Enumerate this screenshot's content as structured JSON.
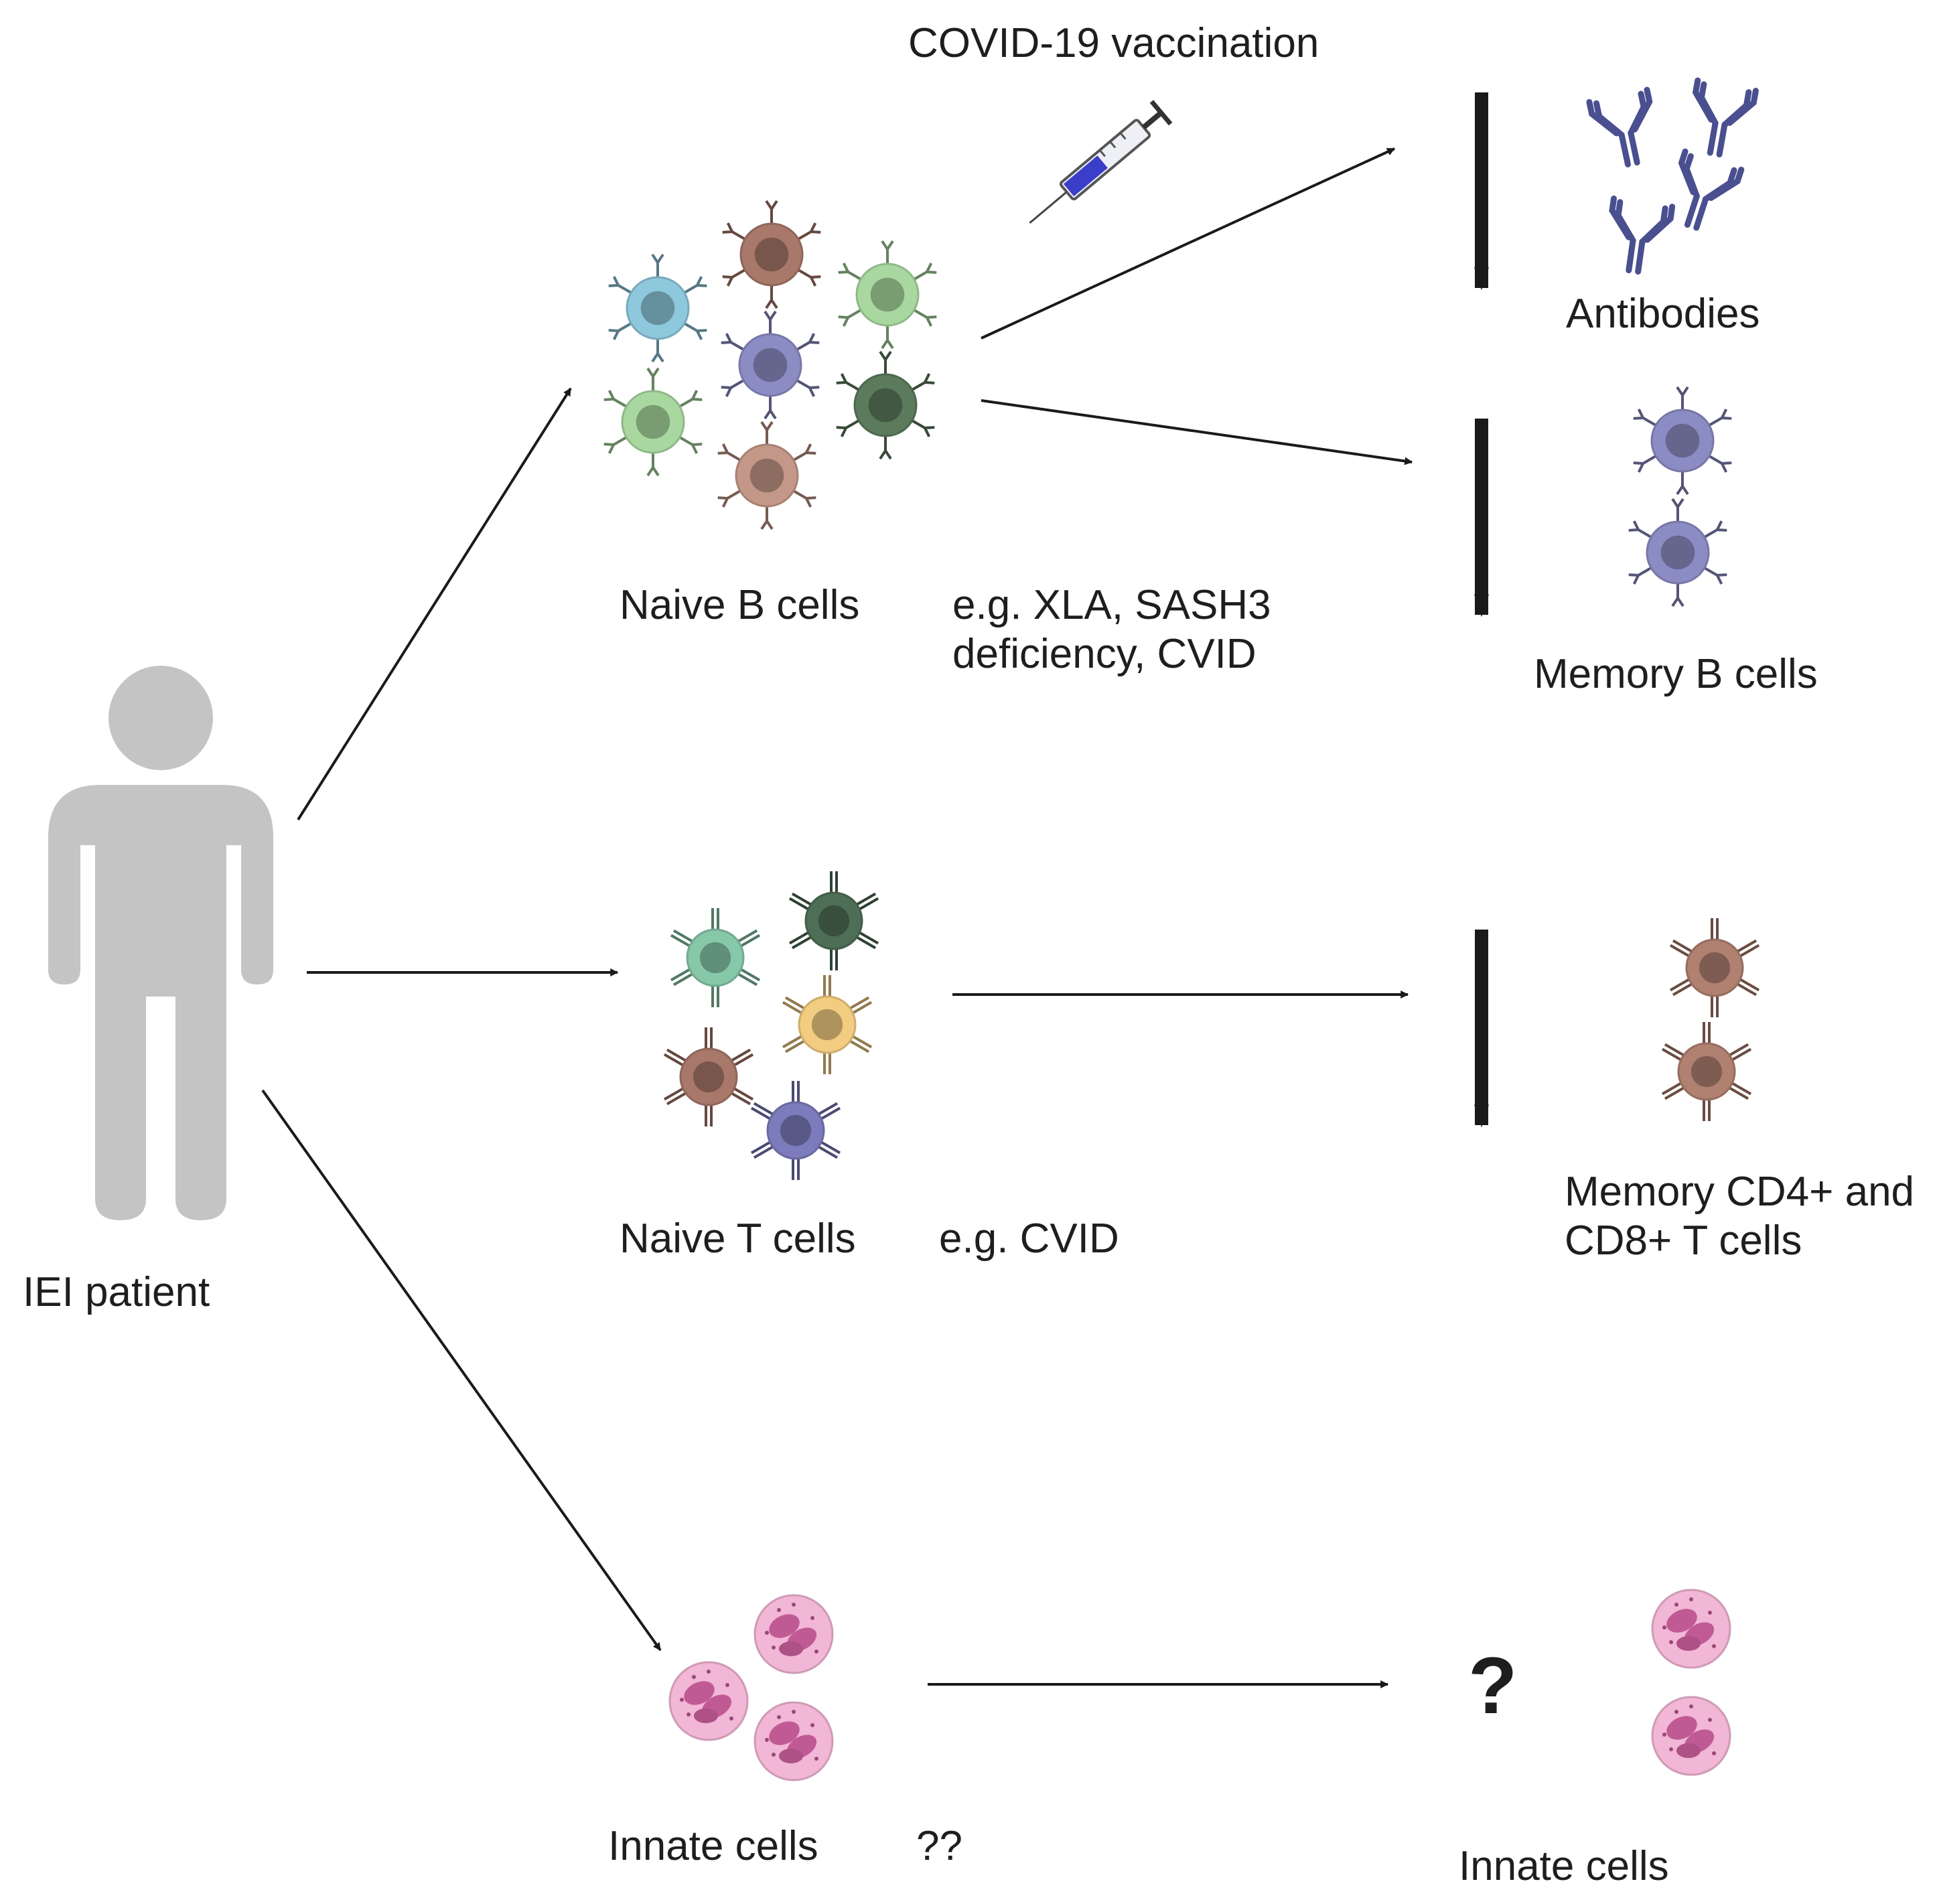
{
  "labels": {
    "vaccination": "COVID-19 vaccination",
    "patient": "IEI patient",
    "naive_b": "Naive B cells",
    "b_examples_1": "e.g. XLA, SASH3",
    "b_examples_2": "deficiency, CVID",
    "antibodies": "Antibodies",
    "memory_b": "Memory B cells",
    "naive_t": "Naive T cells",
    "t_examples": "e.g. CVID",
    "memory_t_1": "Memory CD4+ and",
    "memory_t_2": "CD8+ T cells",
    "innate_left": "Innate cells",
    "innate_unknown": "??",
    "innate_right": "Innate cells",
    "innate_question": "?"
  },
  "icons": {
    "syringe": "syringe-icon",
    "person": "person-icon",
    "antibody": "antibody-icon",
    "b_cell": "b-cell-icon",
    "t_cell": "t-cell-icon",
    "neutrophil": "neutrophil-icon"
  },
  "colors": {
    "arrow": "#1a1a1a",
    "person": "#c4c4c4",
    "antibody": "#4a4f8f",
    "neutrophil_fill": "#f2b6d6",
    "neutrophil_nucleus": "#c05a95",
    "b_cells": {
      "cyan": "#8ec8dc",
      "brown": "#a8786a",
      "green_light": "#a8d8a0",
      "purple": "#8c8cc4",
      "green_light_2": "#a8d8a0",
      "green_dark": "#5c7a5c",
      "brown_light": "#c49888"
    },
    "t_cells": {
      "teal": "#86c8a8",
      "green_dark": "#4e6e56",
      "yellow": "#f2cc80",
      "brown": "#a8786a",
      "purple": "#7c7cbc"
    },
    "memory_b": "#8c8cc4",
    "memory_t": "#b08070"
  }
}
